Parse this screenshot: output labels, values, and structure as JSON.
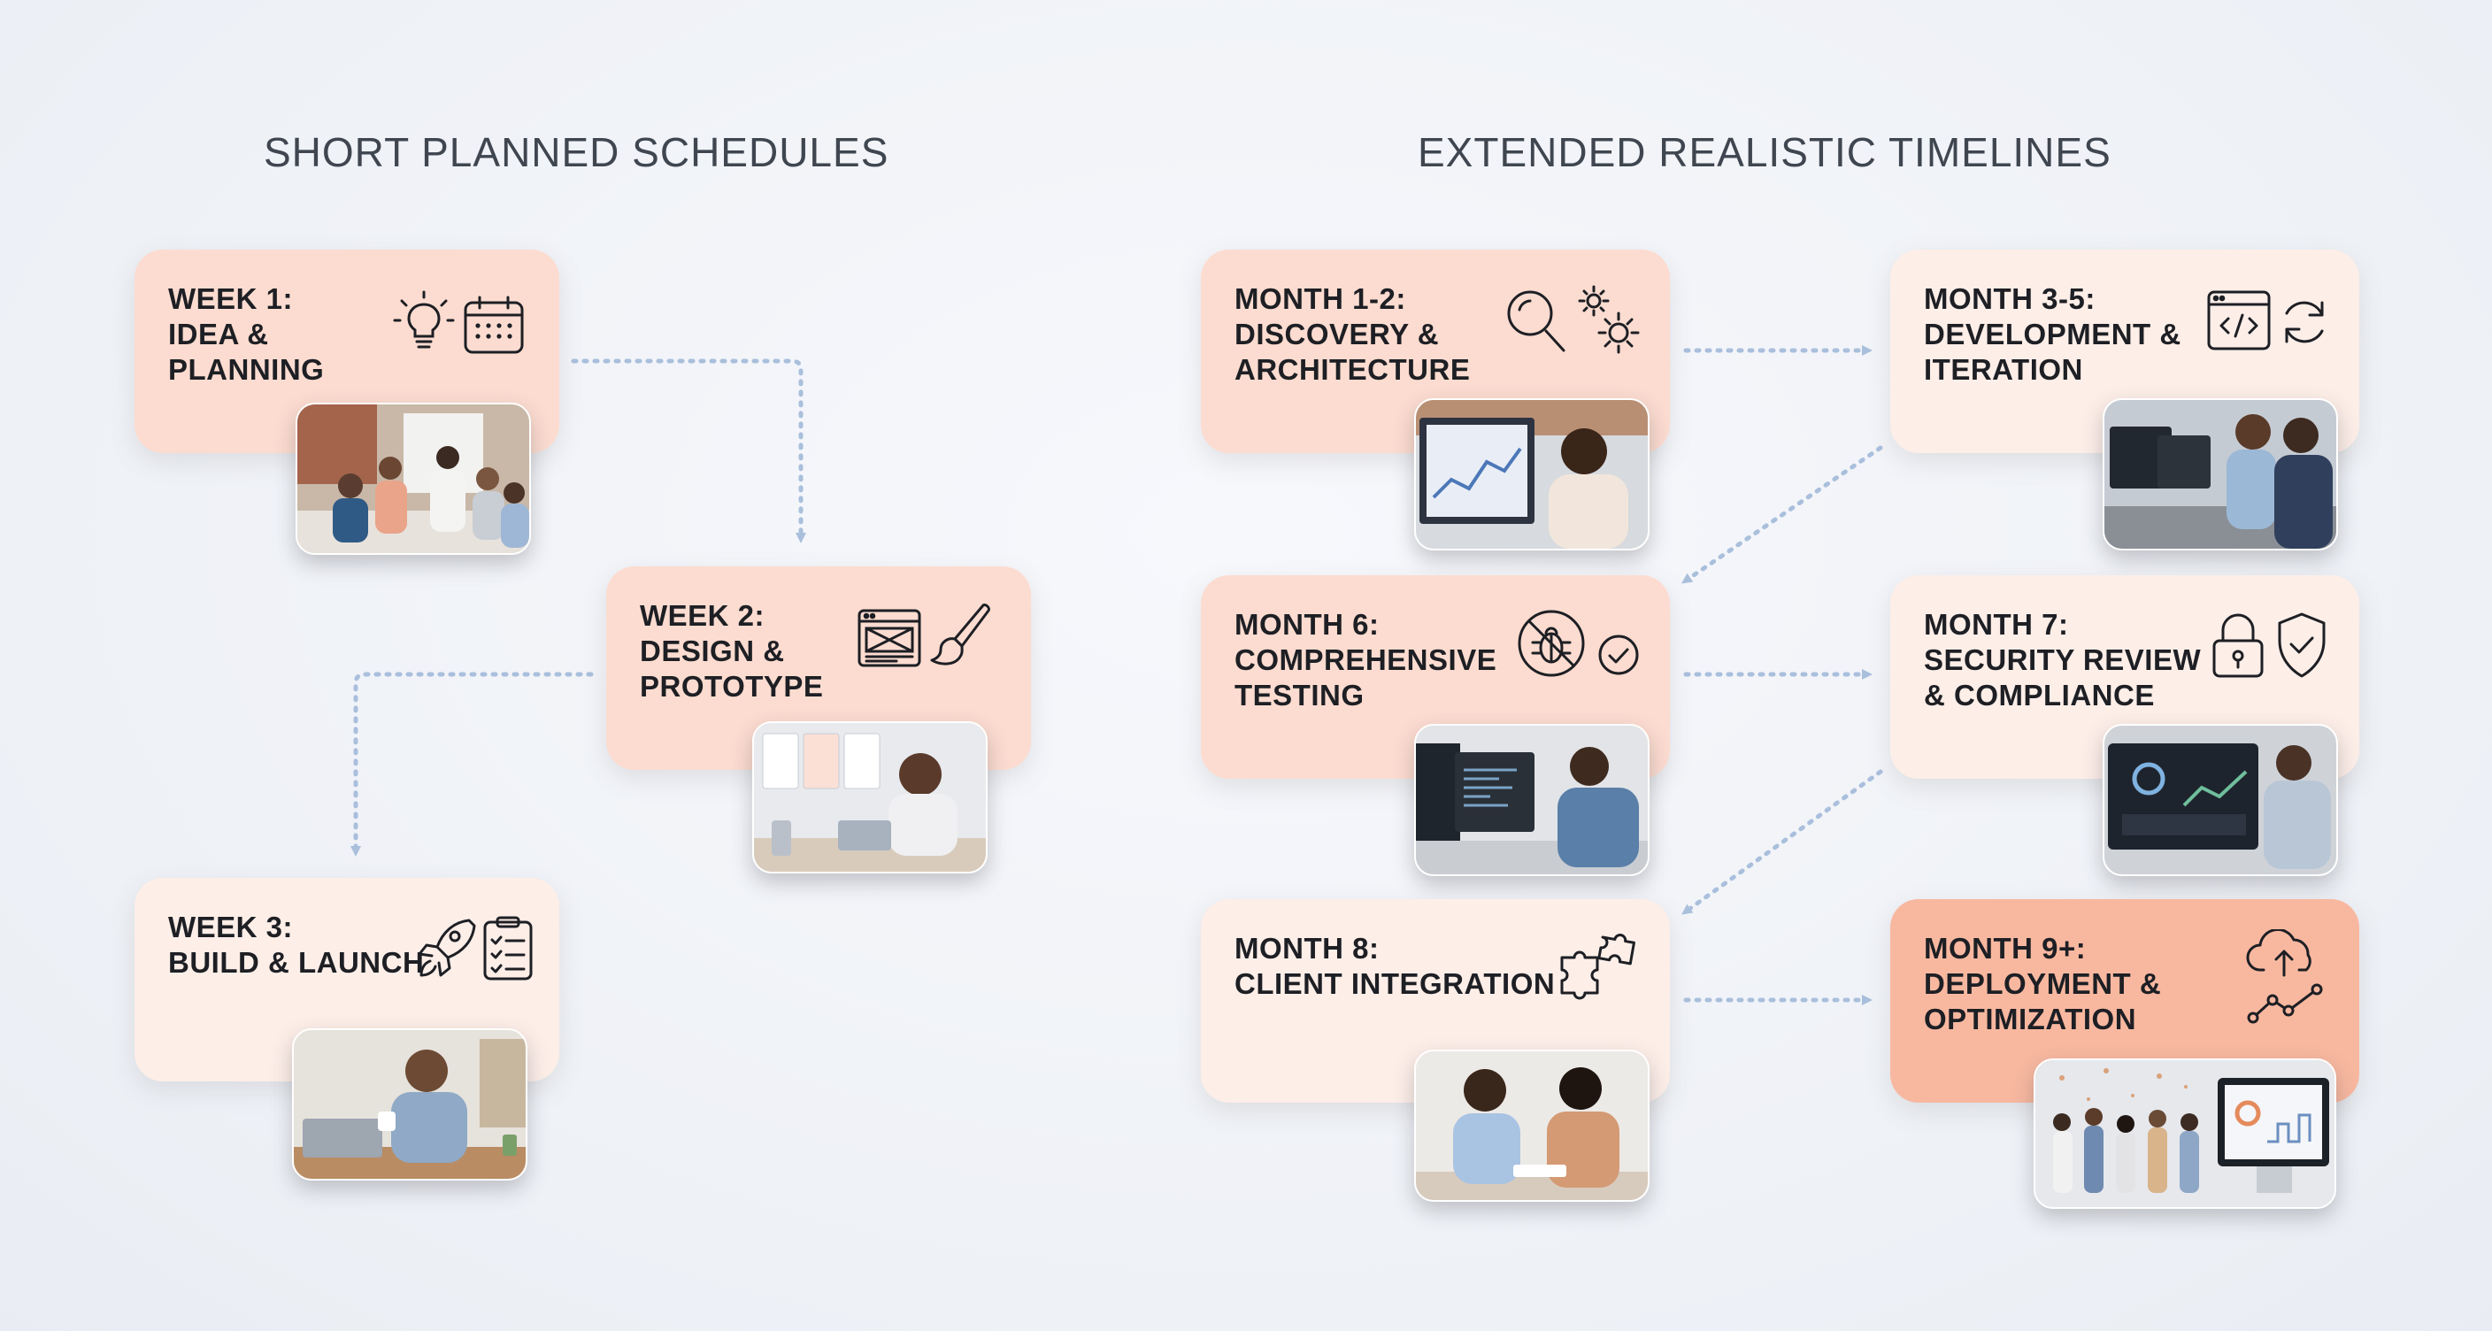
{
  "left_section": {
    "title": "SHORT PLANNED SCHEDULES",
    "cards": [
      {
        "label": "WEEK 1:\nIDEA &\nPLANNING",
        "icons": [
          "lightbulb-icon",
          "calendar-icon"
        ],
        "photo": "team-brainstorm-photo"
      },
      {
        "label": "WEEK 2:\nDESIGN &\nPROTOTYPE",
        "icons": [
          "wireframe-icon",
          "paintbrush-icon"
        ],
        "photo": "designer-tablet-photo"
      },
      {
        "label": "WEEK 3:\nBUILD & LAUNCH",
        "icons": [
          "rocket-icon",
          "checklist-icon"
        ],
        "photo": "developer-laptop-photo"
      }
    ]
  },
  "right_section": {
    "title": "EXTENDED REALISTIC TIMELINES",
    "cards": [
      {
        "label": "MONTH 1-2:\nDISCOVERY &\nARCHITECTURE",
        "icons": [
          "magnifier-icon",
          "gears-icon"
        ],
        "photo": "presenter-dashboard-photo"
      },
      {
        "label": "MONTH 3-5:\nDEVELOPMENT &\nITERATION",
        "icons": [
          "code-window-icon",
          "refresh-icon"
        ],
        "photo": "dev-pair-photo"
      },
      {
        "label": "MONTH 6:\nCOMPREHENSIVE\nTESTING",
        "icons": [
          "bug-icon",
          "check-circle-icon"
        ],
        "photo": "tester-headset-photo"
      },
      {
        "label": "MONTH 7:\nSECURITY REVIEW\n& COMPLIANCE",
        "icons": [
          "padlock-icon",
          "shield-icon"
        ],
        "photo": "security-monitor-photo"
      },
      {
        "label": "MONTH 8:\nCLIENT INTEGRATION",
        "icons": [
          "puzzle-icon"
        ],
        "photo": "client-meeting-photo"
      },
      {
        "label": "MONTH 9+:\nDEPLOYMENT &\nOPTIMIZATION",
        "icons": [
          "cloud-upload-icon",
          "trend-line-icon"
        ],
        "photo": "team-celebration-photo"
      }
    ]
  },
  "colors": {
    "card_light": "#fdeee8",
    "card_mid": "#fcdcd0",
    "card_strong": "#f8b8a0",
    "connector": "#a9bfdc",
    "title": "#3f4650"
  }
}
